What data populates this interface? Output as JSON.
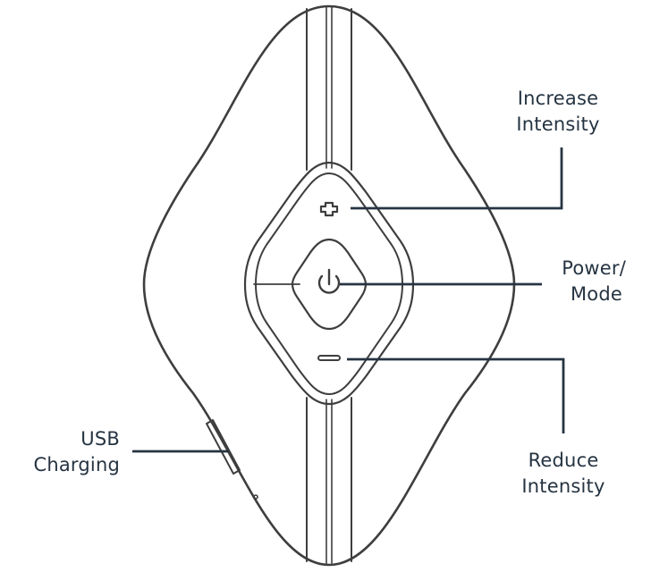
{
  "colors": {
    "device_outline": "#3e3e3e",
    "leader_line": "#263442",
    "label_text": "#263442"
  },
  "labels": {
    "increase_intensity": {
      "line1": "Increase",
      "line2": "Intensity"
    },
    "power_mode": {
      "line1": "Power/",
      "line2": "Mode"
    },
    "reduce_intensity": {
      "line1": "Reduce",
      "line2": "Intensity"
    },
    "usb_charging": {
      "line1": "USB",
      "line2": "Charging"
    }
  },
  "icons": {
    "increase": "plus-icon",
    "power": "power-icon",
    "reduce": "minus-icon"
  }
}
